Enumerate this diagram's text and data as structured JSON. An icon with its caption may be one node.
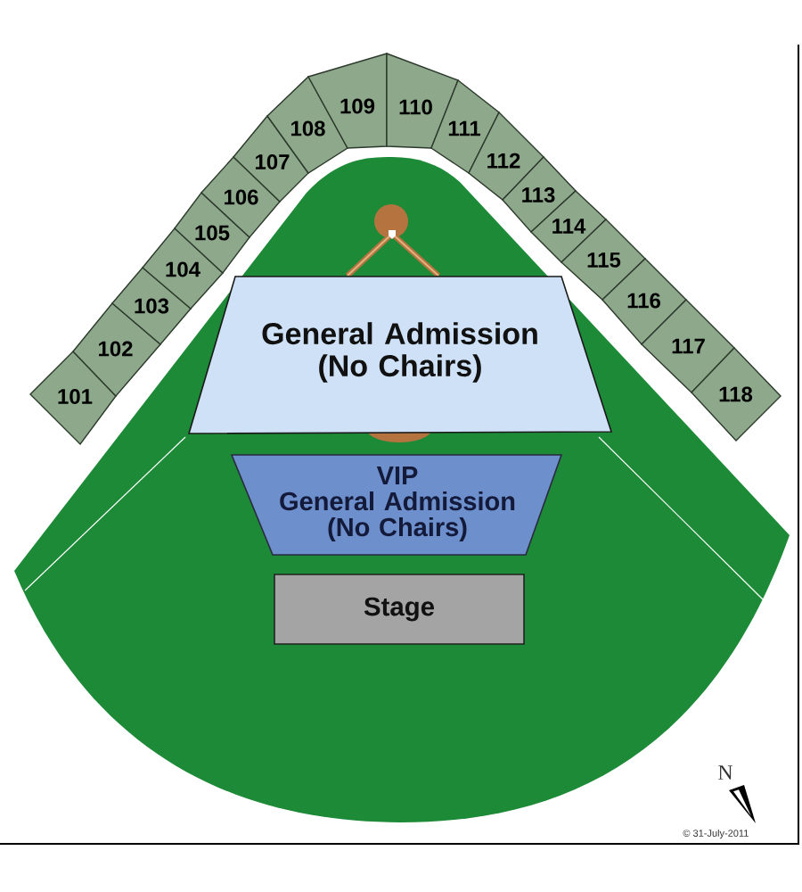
{
  "diagram": {
    "nodes": [
      {
        "text": [
          "101"
        ]
      },
      {
        "text": [
          "102"
        ]
      },
      {
        "text": [
          "103"
        ]
      },
      {
        "text": [
          "104"
        ]
      },
      {
        "text": [
          "105"
        ]
      },
      {
        "text": [
          "106"
        ]
      },
      {
        "text": [
          "107"
        ]
      },
      {
        "text": [
          "108"
        ]
      },
      {
        "text": [
          "109"
        ]
      },
      {
        "text": [
          "110"
        ]
      },
      {
        "text": [
          "111"
        ]
      },
      {
        "text": [
          "112"
        ]
      },
      {
        "text": [
          "113"
        ]
      },
      {
        "text": [
          "114"
        ]
      },
      {
        "text": [
          "115"
        ]
      },
      {
        "text": [
          "116"
        ]
      },
      {
        "text": [
          "117"
        ]
      },
      {
        "text": [
          "118"
        ]
      },
      {
        "text": [
          "General Admission (No Chairs)"
        ]
      },
      {
        "text": [
          "VIP",
          "General Admission (No Chairs)"
        ]
      },
      {
        "text": [
          "Stage"
        ]
      }
    ],
    "labels": [
      "N",
      "© 31-July-2011"
    ]
  }
}
